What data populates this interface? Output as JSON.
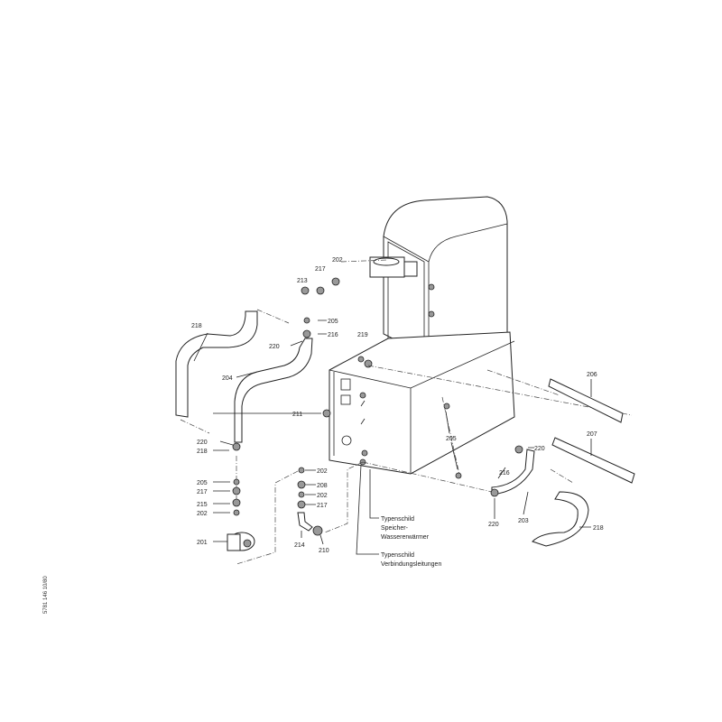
{
  "diagram": {
    "side_code": "5781 146  10/80",
    "part_numbers": {
      "top_202": "202",
      "top_217": "217",
      "top_213": "213",
      "top_205": "205",
      "top_216": "216",
      "top_220": "220",
      "hose_218_left": "218",
      "pipe_204": "204",
      "valve_219": "219",
      "valve_211": "211",
      "left_220": "220",
      "left_218": "218",
      "left_205": "205",
      "left_217": "217",
      "left_215": "215",
      "left_202": "202",
      "pump_201": "201",
      "mid_202a": "202",
      "mid_208": "208",
      "mid_202b": "202",
      "mid_217": "217",
      "elbow_214": "214",
      "valve_210": "210",
      "rail_206": "206",
      "rail_207": "207",
      "seal_205": "205",
      "right_220a": "220",
      "right_216": "216",
      "right_220b": "220",
      "pipe_203": "203",
      "hose_218_right": "218"
    },
    "notes": {
      "typenschild_1_line1": "Typenschild",
      "typenschild_1_line2": "Speicher-",
      "typenschild_1_line3": "Wassererwärmer",
      "typenschild_2_line1": "Typenschild",
      "typenschild_2_line2": "Verbindungsleitungen"
    }
  }
}
